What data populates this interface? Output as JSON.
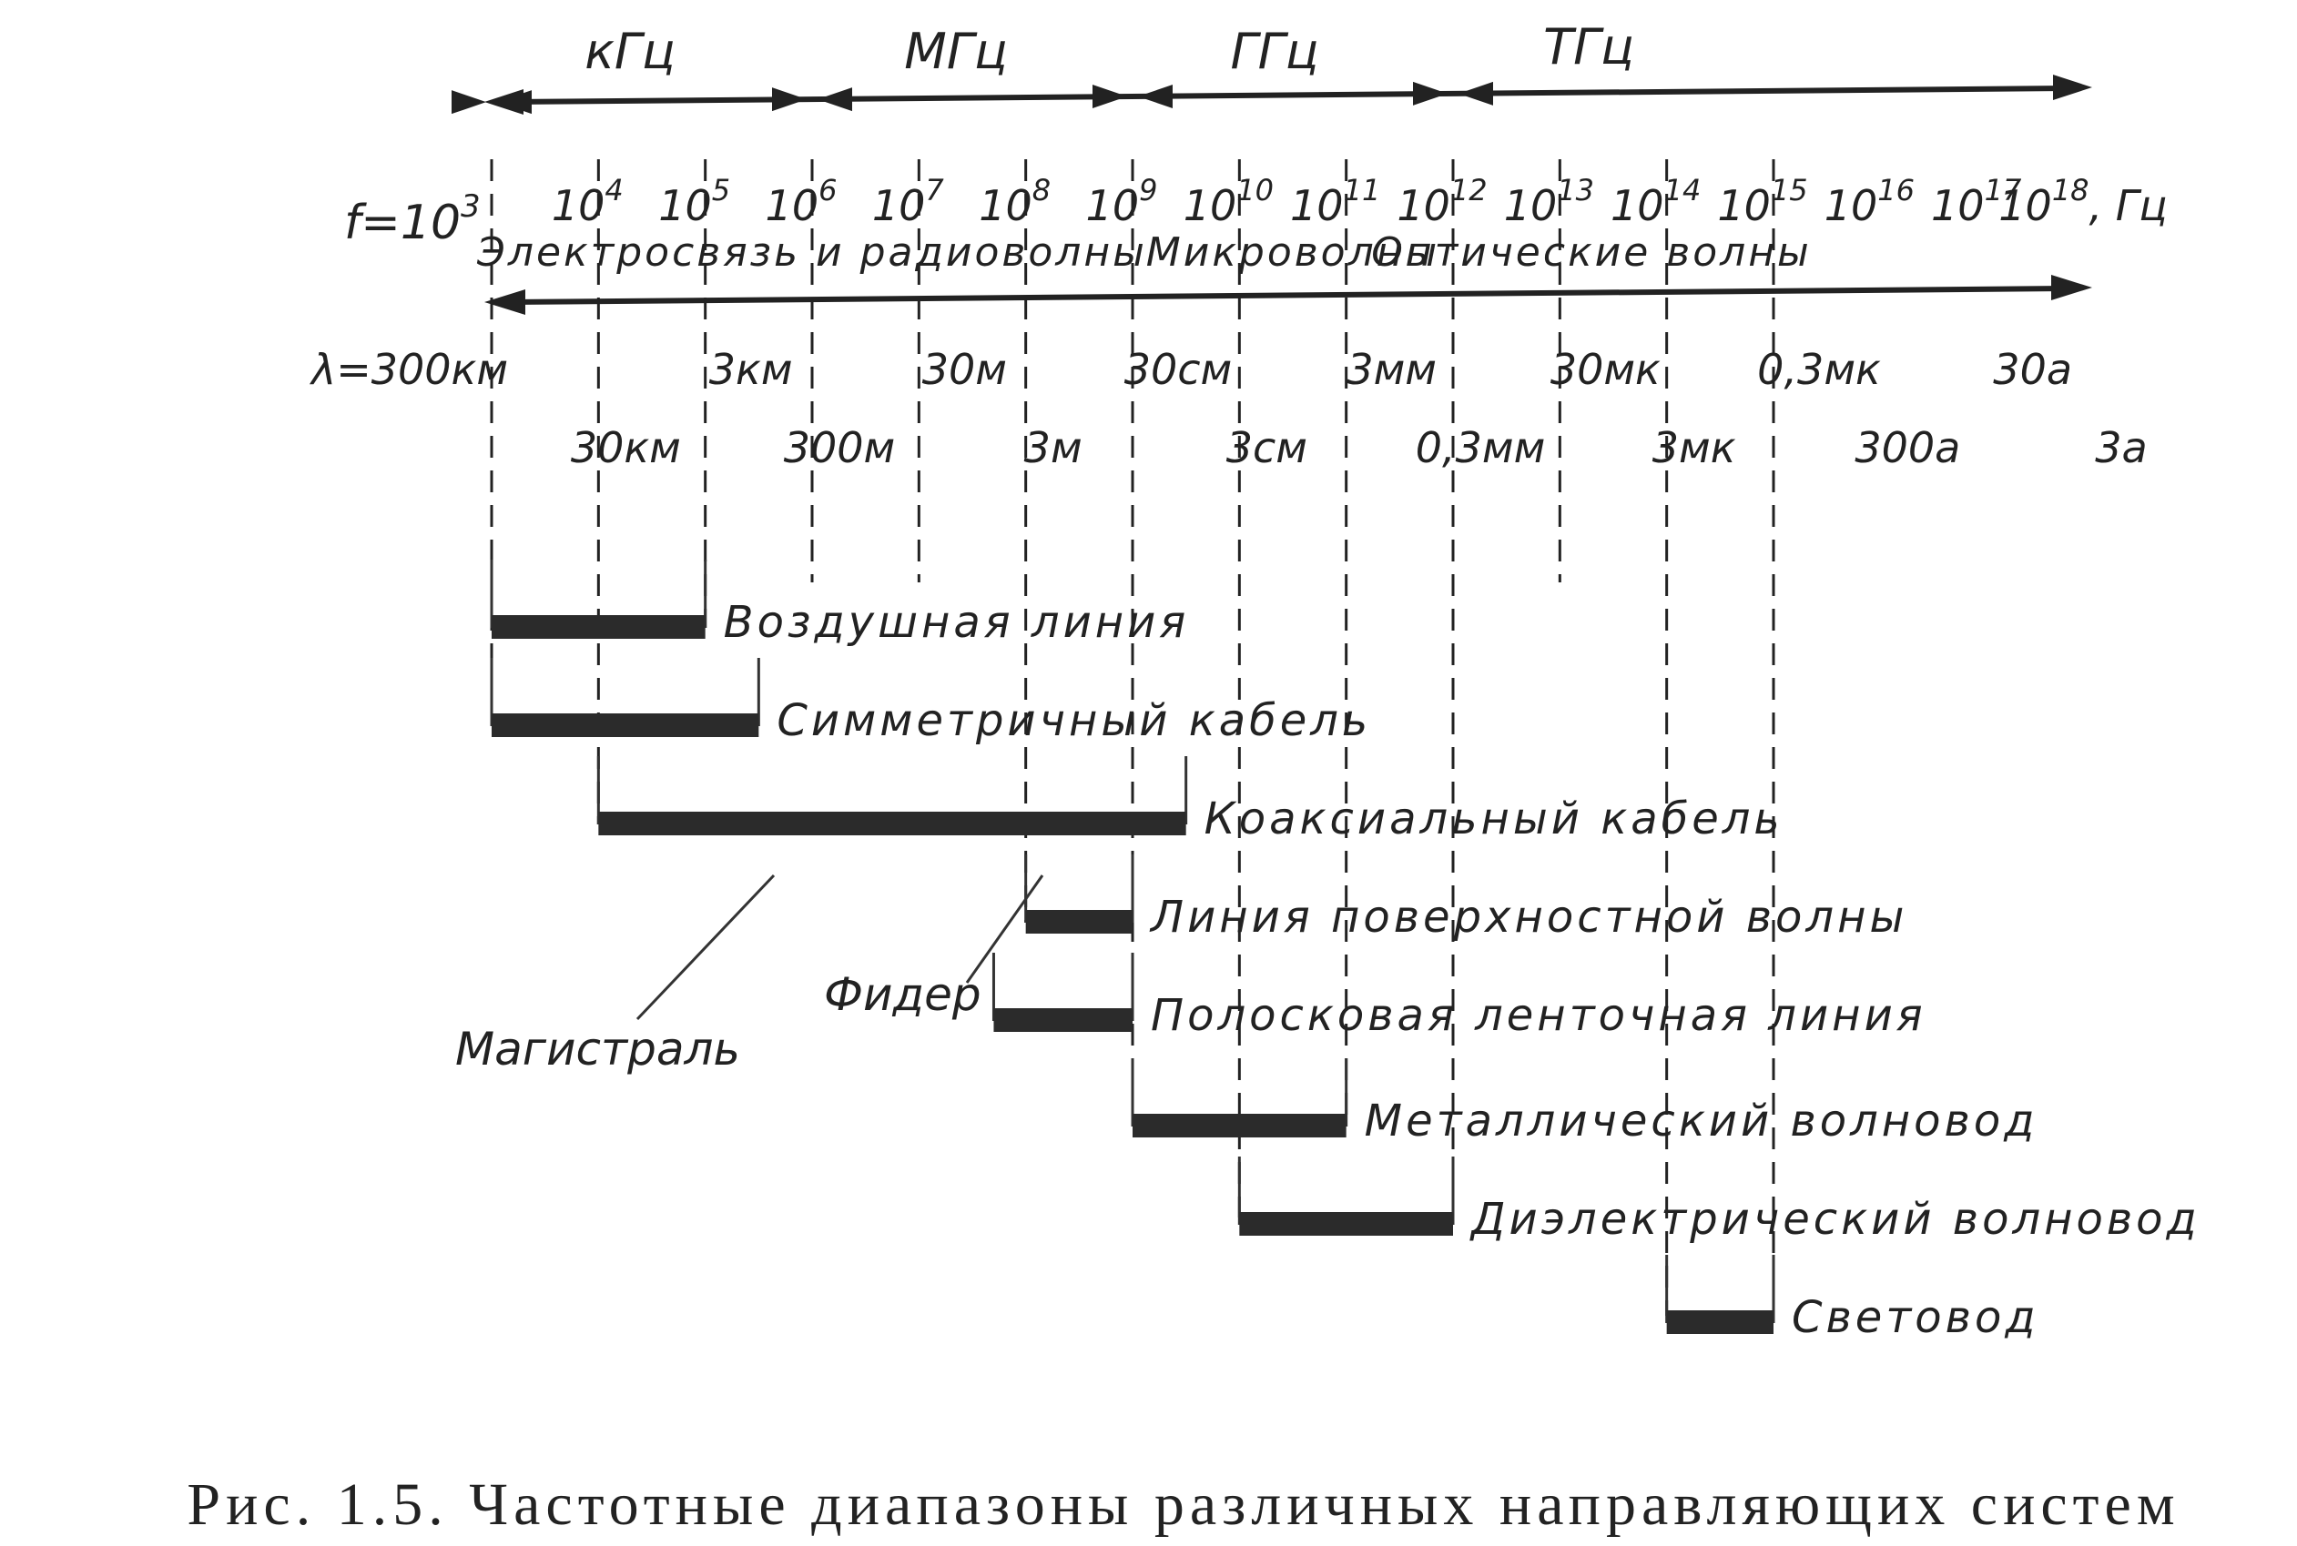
{
  "band_header": {
    "bands": [
      "кГц",
      "МГц",
      "ГГц",
      "ТГц"
    ],
    "boundaries": [
      3,
      6,
      9,
      12
    ]
  },
  "frequency_scale": {
    "prefix": "f=10",
    "prefix_exp": "3",
    "unit": ", Гц",
    "labels": [
      {
        "base": "10",
        "exp": "4",
        "decade": 4
      },
      {
        "base": "10",
        "exp": "5",
        "decade": 5
      },
      {
        "base": "10",
        "exp": "6",
        "decade": 6
      },
      {
        "base": "10",
        "exp": "7",
        "decade": 7
      },
      {
        "base": "10",
        "exp": "8",
        "decade": 8
      },
      {
        "base": "10",
        "exp": "9",
        "decade": 9
      },
      {
        "base": "10",
        "exp": "10",
        "decade": 10
      },
      {
        "base": "10",
        "exp": "11",
        "decade": 11
      },
      {
        "base": "10",
        "exp": "12",
        "decade": 12
      },
      {
        "base": "10",
        "exp": "13",
        "decade": 13
      },
      {
        "base": "10",
        "exp": "14",
        "decade": 14
      },
      {
        "base": "10",
        "exp": "15",
        "decade": 15
      },
      {
        "base": "10",
        "exp": "16",
        "decade": 16
      },
      {
        "base": "10",
        "exp": "17",
        "decade": 17
      },
      {
        "base": "10",
        "exp": "18",
        "decade": 18
      }
    ]
  },
  "regions": [
    {
      "label": "Электросвязь и радиоволны",
      "from": 3,
      "to": 9
    },
    {
      "label": "Микроволны",
      "from": 9,
      "to": 12
    },
    {
      "label": "Оптические волны",
      "from": 12,
      "to": 18
    }
  ],
  "wavelength_scale": {
    "row1": [
      {
        "label": "λ=300км",
        "decade": 3
      },
      {
        "label": "3км",
        "decade": 5
      },
      {
        "label": "30м",
        "decade": 7
      },
      {
        "label": "30см",
        "decade": 9
      },
      {
        "label": "3мм",
        "decade": 11
      },
      {
        "label": "30мк",
        "decade": 13
      },
      {
        "label": "0,3мк",
        "decade": 15
      },
      {
        "label": "30а",
        "decade": 17
      }
    ],
    "row2": [
      {
        "label": "30км",
        "decade": 4
      },
      {
        "label": "300м",
        "decade": 6
      },
      {
        "label": "3м",
        "decade": 8
      },
      {
        "label": "3см",
        "decade": 10
      },
      {
        "label": "0,3мм",
        "decade": 12
      },
      {
        "label": "3мк",
        "decade": 14
      },
      {
        "label": "300а",
        "decade": 16
      },
      {
        "label": "3а",
        "decade": 18
      }
    ]
  },
  "systems": [
    {
      "label": "Воздушная линия",
      "from": 3,
      "to": 5
    },
    {
      "label": "Симметричный кабель",
      "from": 3,
      "to": 5.5
    },
    {
      "label": "Коаксиальный кабель",
      "from": 4,
      "to": 9.5
    },
    {
      "label": "Линия поверхностной волны",
      "from": 8,
      "to": 9
    },
    {
      "label": "Полосковая ленточная линия",
      "from": 7.7,
      "to": 9
    },
    {
      "label": "Металлический волновод",
      "from": 9,
      "to": 11
    },
    {
      "label": "Диэлектрический волновод",
      "from": 10,
      "to": 12
    },
    {
      "label": "Световод",
      "from": 14,
      "to": 15
    }
  ],
  "annotations": {
    "trunk": "Магистраль",
    "feeder": "Фидер"
  },
  "caption": "Рис. 1.5. Частотные диапазоны различных направляющих систем"
}
